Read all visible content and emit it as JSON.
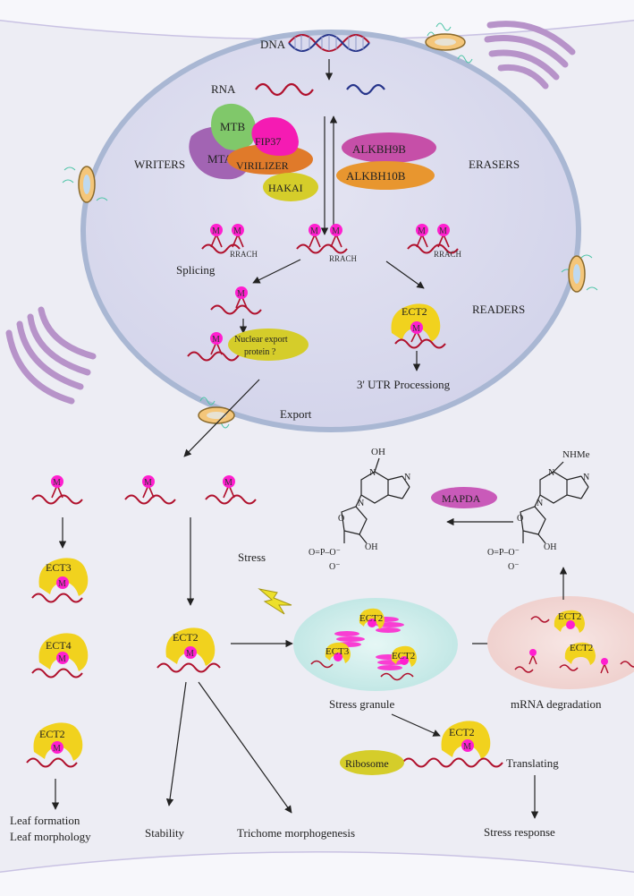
{
  "labels": {
    "dna": "DNA",
    "rna": "RNA",
    "writers": "WRITERS",
    "erasers": "ERASERS",
    "readers": "READERS",
    "splicing": "Splicing",
    "export": "Export",
    "utr": "3' UTR Processiong",
    "nuclear_export_line1": "Nuclear export",
    "nuclear_export_line2": "protein ?",
    "stress": "Stress",
    "stress_granule": "Stress granule",
    "mrna_degradation": "mRNA degradation",
    "translating": "Translating",
    "stress_response": "Stress response",
    "leaf_formation": "Leaf formation",
    "leaf_morphology": "Leaf morphology",
    "stability": "Stability",
    "trichome": "Trichome morphogenesis",
    "ribosome": "Ribosome",
    "mapda": "MAPDA",
    "rrach": "RRACH",
    "m": "M"
  },
  "proteins": {
    "mtb": "MTB",
    "mta": "MTA",
    "fip37": "FIP37",
    "virilizer": "VIRILIZER",
    "hakai": "HAKAI",
    "alkbh9b": "ALKBH9B",
    "alkbh10b": "ALKBH10B",
    "ect2": "ECT2",
    "ect3": "ECT3",
    "ect4": "ECT4"
  },
  "chem": {
    "oh": "OH",
    "nhme": "NHMe",
    "n": "N",
    "o": "O",
    "phosphate": "O=P–O⁻",
    "o_minus": "O⁻"
  },
  "colors": {
    "nucleus_fill": "#dcdcee",
    "nucleus_border": "#a9b7d3",
    "cell_fill": "#ececf4",
    "membrane": "#c8c0e2",
    "rna_red": "#b0102c",
    "rna_blue": "#26348a",
    "m_magenta": "#ff1fcf",
    "reader_yellow": "#f1d21e",
    "mtb_green": "#80c86a",
    "mta_purple": "#a264b3",
    "fip37_pink": "#f51bb3",
    "virilizer_orange": "#e07a2a",
    "hakai_yellow": "#d5cd2a",
    "alkbh9b_magenta": "#c64fa8",
    "alkbh10b_orange": "#e8962f",
    "mapda_purple": "#c95ab9",
    "golgi_purple": "#b793c9",
    "granule_teal": "#c8ecea",
    "degradation_pink": "#f3d8d6"
  }
}
